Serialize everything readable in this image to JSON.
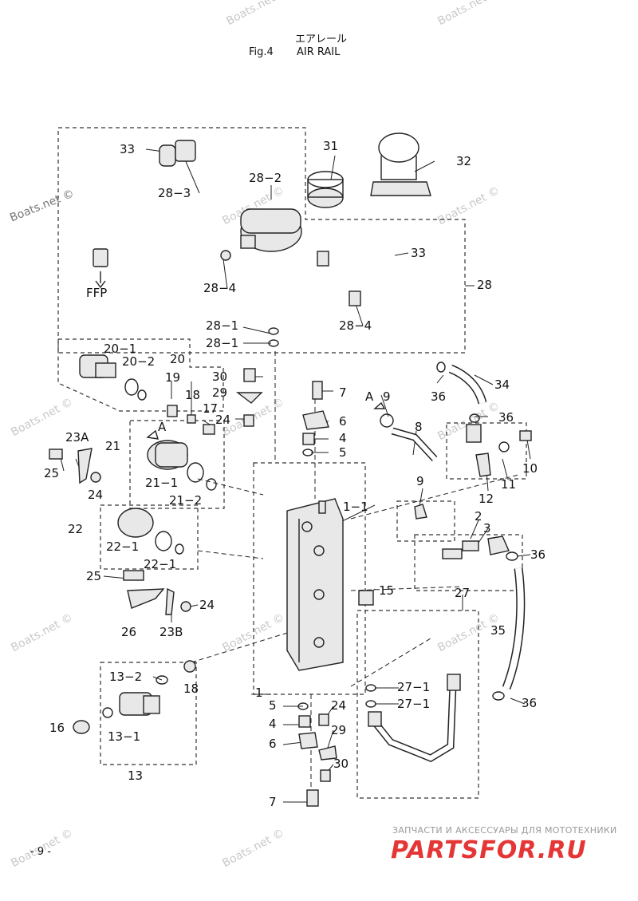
{
  "header": {
    "japanese_title": "エアレール",
    "figure": "Fig.4",
    "title": "AIR RAIL"
  },
  "page_number": "- 9 -",
  "watermark": "Boats.net ©",
  "store": {
    "tagline": "ЗАПЧАСТИ И АКСЕССУАРЫ ДЛЯ МОТОТЕХНИКИ",
    "logo": "PARTSFOR.RU",
    "logo_color": "#e53636"
  },
  "labels": {
    "l33a": "33",
    "l28_3": "28−3",
    "l28_2": "28−2",
    "l31": "31",
    "l32": "32",
    "l33b": "33",
    "l28": "28",
    "ffp": "FFP",
    "l28_4a": "28−4",
    "l28_4b": "28−4",
    "l28_1a": "28−1",
    "l28_1b": "28−1",
    "l20_1": "20−1",
    "l20": "20",
    "l20_2": "20−2",
    "l19": "19",
    "l30a": "30",
    "l7a": "7",
    "l29a": "29",
    "l18a": "18",
    "l17": "17",
    "l24a": "24",
    "l6a": "6",
    "l4a": "4",
    "l5a": "5",
    "l23a": "23A",
    "l21": "21",
    "lA1": "A",
    "lA2": "A",
    "l9a": "9",
    "l36a": "36",
    "l34": "34",
    "l36b": "36",
    "l8": "8",
    "l10": "10",
    "l11": "11",
    "l12": "12",
    "l25a": "25",
    "l24b": "24",
    "l21_1": "21−1",
    "l21_2": "21−2",
    "l9b": "9",
    "l1_1": "1−1",
    "l2": "2",
    "l3": "3",
    "l22": "22",
    "l22_1a": "22−1",
    "l22_1b": "22−1",
    "l36c": "36",
    "l25b": "25",
    "l15": "15",
    "l27": "27",
    "l24c": "24",
    "l26": "26",
    "l23b": "23B",
    "l35": "35",
    "l13_2": "13−2",
    "l18b": "18",
    "l1": "1",
    "l27_1a": "27−1",
    "l27_1b": "27−1",
    "l36d": "36",
    "l5b": "5",
    "l24d": "24",
    "l16": "16",
    "l13_1": "13−1",
    "l4b": "4",
    "l29b": "29",
    "l6b": "6",
    "l30b": "30",
    "l13": "13",
    "l7b": "7"
  }
}
